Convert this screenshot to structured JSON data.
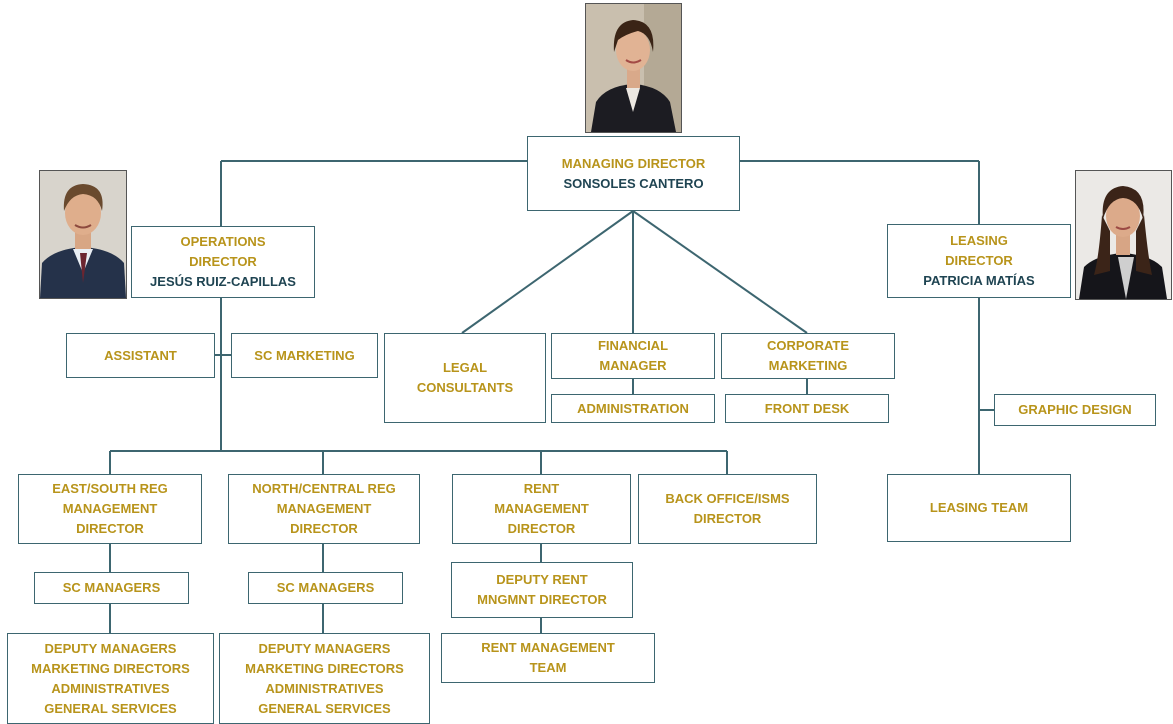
{
  "colors": {
    "title_text": "#b8941b",
    "name_text": "#1f4452",
    "border": "#3d6670",
    "connector": "#3d6670"
  },
  "managing_director": {
    "title": "MANAGING DIRECTOR",
    "name": "SONSOLES CANTERO"
  },
  "operations_director": {
    "title_line1": "OPERATIONS",
    "title_line2": "DIRECTOR",
    "name": "JESÚS RUIZ-CAPILLAS"
  },
  "leasing_director": {
    "title_line1": "LEASING",
    "title_line2": "DIRECTOR",
    "name": "PATRICIA MATÍAS"
  },
  "ops_staff": {
    "assistant": "ASSISTANT",
    "sc_marketing": "SC MARKETING"
  },
  "central": {
    "legal": {
      "line1": "LEGAL",
      "line2": "CONSULTANTS"
    },
    "financial": {
      "line1": "FINANCIAL",
      "line2": "MANAGER"
    },
    "administration": "ADMINISTRATION",
    "corporate": {
      "line1": "CORPORATE",
      "line2": "MARKETING"
    },
    "front_desk": "FRONT DESK"
  },
  "leasing": {
    "graphic_design": "GRAPHIC DESIGN",
    "leasing_team": "LEASING TEAM"
  },
  "regions": {
    "east_south": {
      "line1": "EAST/SOUTH REG",
      "line2": "MANAGEMENT",
      "line3": "DIRECTOR"
    },
    "north_central": {
      "line1": "NORTH/CENTRAL REG",
      "line2": "MANAGEMENT",
      "line3": "DIRECTOR"
    },
    "rent": {
      "line1": "RENT",
      "line2": "MANAGEMENT",
      "line3": "DIRECTOR"
    },
    "back_office": {
      "line1": "BACK OFFICE/ISMS",
      "line2": "DIRECTOR"
    }
  },
  "sc_managers_label": "SC MANAGERS",
  "staff_list": [
    "DEPUTY MANAGERS",
    "MARKETING DIRECTORS",
    "ADMINISTRATIVES",
    "GENERAL SERVICES"
  ],
  "deputy_rent": {
    "line1": "DEPUTY RENT",
    "line2": "MNGMNT DIRECTOR"
  },
  "rent_team": {
    "line1": "RENT MANAGEMENT",
    "line2": "TEAM"
  }
}
